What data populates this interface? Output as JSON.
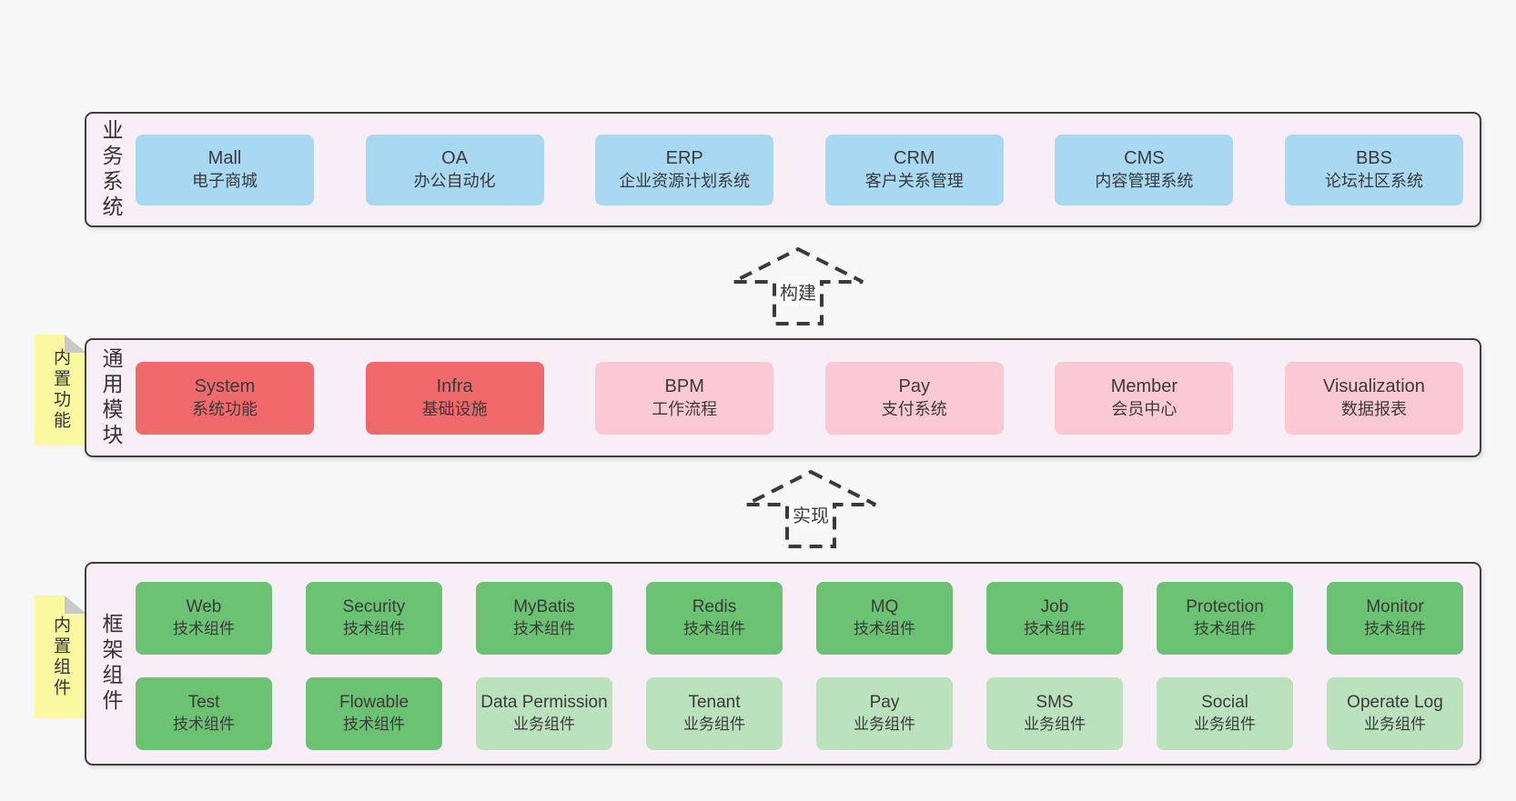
{
  "colors": {
    "page_bg": "#f7f7f7",
    "band_bg": "#f8eef6",
    "band_border": "#3f3f3f",
    "blue": "#a8d8f2",
    "red": "#f06a6c",
    "pink": "#fbc9d3",
    "green": "#6cc273",
    "light_green": "#b9e2bd",
    "sticky_yellow": "#faf8a0",
    "sticky_fold": "#c9c9c9",
    "text": "#3a3a3a",
    "arrow_dash": "#3a3a3a",
    "arrow_label_bg": "#ffffff"
  },
  "arrows": [
    {
      "id": "build",
      "label": "构建"
    },
    {
      "id": "implement",
      "label": "实现"
    }
  ],
  "bands": [
    {
      "id": "business-systems",
      "label": "业务系统",
      "sticky": null,
      "rows": [
        [
          {
            "name": "Mall",
            "desc": "电子商城",
            "variant": "blue"
          },
          {
            "name": "OA",
            "desc": "办公自动化",
            "variant": "blue"
          },
          {
            "name": "ERP",
            "desc": "企业资源计划系统",
            "variant": "blue"
          },
          {
            "name": "CRM",
            "desc": "客户关系管理",
            "variant": "blue"
          },
          {
            "name": "CMS",
            "desc": "内容管理系统",
            "variant": "blue"
          },
          {
            "name": "BBS",
            "desc": "论坛社区系统",
            "variant": "blue"
          }
        ]
      ]
    },
    {
      "id": "common-modules",
      "label": "通用模块",
      "sticky": "内置功能",
      "rows": [
        [
          {
            "name": "System",
            "desc": "系统功能",
            "variant": "red"
          },
          {
            "name": "Infra",
            "desc": "基础设施",
            "variant": "red"
          },
          {
            "name": "BPM",
            "desc": "工作流程",
            "variant": "pink"
          },
          {
            "name": "Pay",
            "desc": "支付系统",
            "variant": "pink"
          },
          {
            "name": "Member",
            "desc": "会员中心",
            "variant": "pink"
          },
          {
            "name": "Visualization",
            "desc": "数据报表",
            "variant": "pink"
          }
        ]
      ]
    },
    {
      "id": "framework-components",
      "label": "框架组件",
      "sticky": "内置组件",
      "rows": [
        [
          {
            "name": "Web",
            "desc": "技术组件",
            "variant": "green"
          },
          {
            "name": "Security",
            "desc": "技术组件",
            "variant": "green"
          },
          {
            "name": "MyBatis",
            "desc": "技术组件",
            "variant": "green"
          },
          {
            "name": "Redis",
            "desc": "技术组件",
            "variant": "green"
          },
          {
            "name": "MQ",
            "desc": "技术组件",
            "variant": "green"
          },
          {
            "name": "Job",
            "desc": "技术组件",
            "variant": "green"
          },
          {
            "name": "Protection",
            "desc": "技术组件",
            "variant": "green"
          },
          {
            "name": "Monitor",
            "desc": "技术组件",
            "variant": "green"
          }
        ],
        [
          {
            "name": "Test",
            "desc": "技术组件",
            "variant": "green"
          },
          {
            "name": "Flowable",
            "desc": "技术组件",
            "variant": "green"
          },
          {
            "name": "Data Permission",
            "desc": "业务组件",
            "variant": "light_green"
          },
          {
            "name": "Tenant",
            "desc": "业务组件",
            "variant": "light_green"
          },
          {
            "name": "Pay",
            "desc": "业务组件",
            "variant": "light_green"
          },
          {
            "name": "SMS",
            "desc": "业务组件",
            "variant": "light_green"
          },
          {
            "name": "Social",
            "desc": "业务组件",
            "variant": "light_green"
          },
          {
            "name": "Operate Log",
            "desc": "业务组件",
            "variant": "light_green"
          }
        ]
      ]
    }
  ]
}
